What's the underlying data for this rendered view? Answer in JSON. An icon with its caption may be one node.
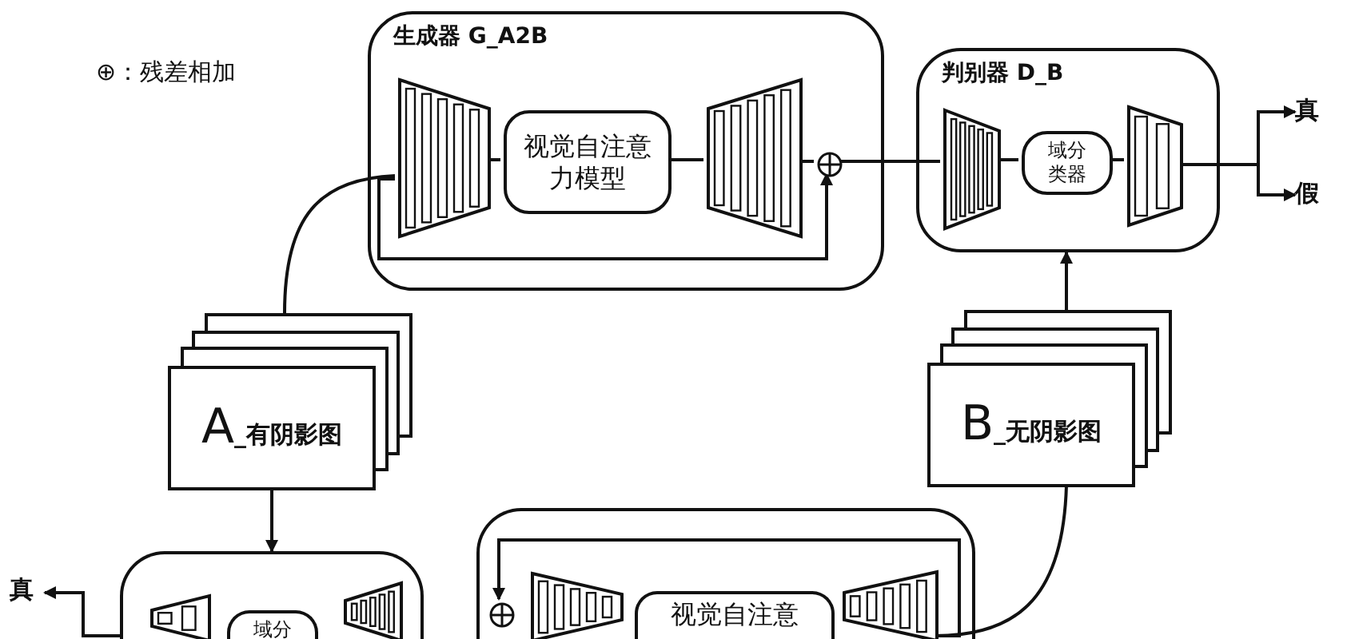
{
  "diagram": {
    "nodes": [
      {
        "text": [
          "生成器 G_A2B"
        ]
      },
      {
        "text": [],
        "shape": "trapezoid",
        "in": 0
      },
      {
        "text": [
          "视觉自注意力模型"
        ],
        "in": 0
      },
      {
        "text": [],
        "shape": "trapezoid",
        "in": 0
      },
      {
        "text": [],
        "shape": "circle",
        "in": 0
      },
      {
        "text": [
          "判别器 D_B"
        ]
      },
      {
        "text": [],
        "shape": "trapezoid",
        "in": 5
      },
      {
        "text": [
          "域分类器"
        ],
        "in": 5
      },
      {
        "text": [],
        "shape": "trapezoid",
        "in": 5
      },
      {
        "text": [
          "真"
        ]
      },
      {
        "text": [
          "假"
        ]
      },
      {
        "text": [
          "A_有阴影图"
        ]
      },
      {
        "text": [
          "B_无阴影图"
        ]
      },
      {
        "text": [],
        "shape": "box"
      },
      {
        "text": [],
        "shape": "trapezoid",
        "in": 13
      },
      {
        "text": [
          "域分"
        ],
        "in": 13
      },
      {
        "text": [],
        "shape": "trapezoid",
        "in": 13
      },
      {
        "text": [
          "真"
        ]
      },
      {
        "text": [],
        "shape": "box"
      },
      {
        "text": [],
        "shape": "trapezoid",
        "in": 18
      },
      {
        "text": [
          "视觉自注意"
        ],
        "in": 18
      },
      {
        "text": [],
        "shape": "trapezoid",
        "in": 18
      },
      {
        "text": [],
        "shape": "circle",
        "in": 18
      }
    ],
    "edges": [
      {
        "from": 11,
        "to": 1,
        "arrow": "none"
      },
      {
        "from": 1,
        "to": 2,
        "arrow": "none"
      },
      {
        "from": 2,
        "to": 3,
        "arrow": "none"
      },
      {
        "from": 3,
        "to": 4,
        "arrow": "none"
      },
      {
        "from": 4,
        "to": 6,
        "arrow": "none"
      },
      {
        "from": 1,
        "to": 4,
        "arrow": "to"
      },
      {
        "from": 6,
        "to": 7,
        "arrow": "none"
      },
      {
        "from": 7,
        "to": 8,
        "arrow": "none"
      },
      {
        "from": 8,
        "to": 9,
        "arrow": "to"
      },
      {
        "from": 8,
        "to": 10,
        "arrow": "to"
      },
      {
        "from": 12,
        "to": 5,
        "arrow": "to"
      },
      {
        "from": 11,
        "to": 13,
        "arrow": "to"
      },
      {
        "from": 12,
        "to": 21,
        "arrow": "none"
      },
      {
        "from": 13,
        "to": 17,
        "arrow": "to"
      },
      {
        "from": 21,
        "to": 22,
        "arrow": "to"
      }
    ],
    "labels": [
      "⊕：残差相加"
    ]
  }
}
